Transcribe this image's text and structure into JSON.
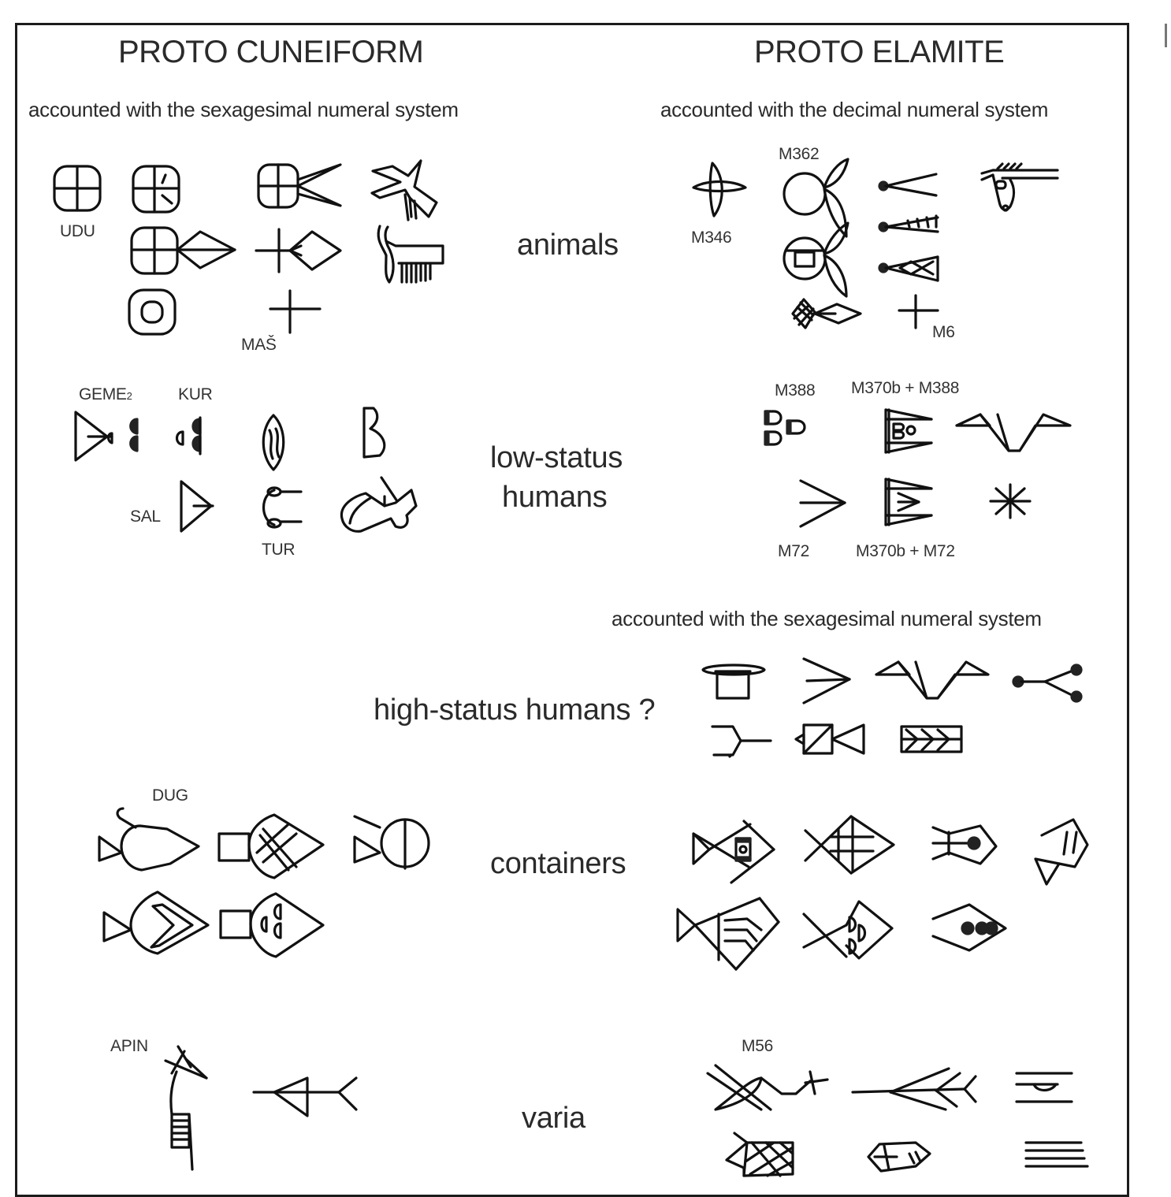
{
  "figure": {
    "columns": {
      "left": {
        "title": "PROTO CUNEIFORM",
        "subtitle": "accounted with the sexagesimal numeral system"
      },
      "right": {
        "title": "PROTO ELAMITE",
        "subtitle": "accounted with the decimal numeral system"
      }
    },
    "categories": {
      "animals": "animals",
      "low_status": [
        "low-status",
        "humans"
      ],
      "high_status": "high-status humans ?",
      "high_status_subtitle": "accounted with the sexagesimal numeral system",
      "containers": "containers",
      "varia": "varia"
    },
    "labels": {
      "udu": "UDU",
      "mas": "MAŠ",
      "m362": "M362",
      "m346": "M346",
      "m6": "M6",
      "geme": "GEME",
      "geme_sub": "2",
      "kur": "KUR",
      "sal": "SAL",
      "tur": "TUR",
      "m388": "M388",
      "m370b_m388": "M370b + M388",
      "m72": "M72",
      "m370b_m72": "M370b + M72",
      "dug": "DUG",
      "apin": "APIN",
      "m56": "M56"
    }
  }
}
